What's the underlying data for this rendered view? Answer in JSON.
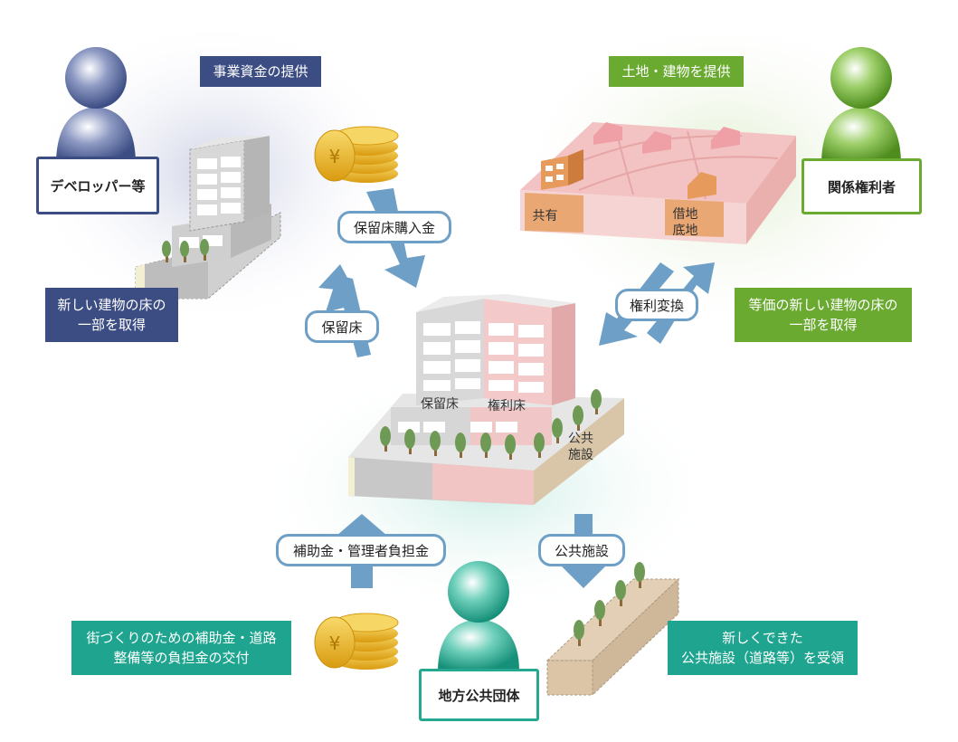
{
  "actors": {
    "developer": "デベロッパー等",
    "rights_holder": "関係権利者",
    "local_gov": "地方公共団体"
  },
  "notes": {
    "business_funds": "事業資金の提供",
    "provide_land": "土地・建物を提供",
    "dev_acquire_line1": "新しい建物の床の",
    "dev_acquire_line2": "一部を取得",
    "rights_acquire_line1": "等価の新しい建物の床の",
    "rights_acquire_line2": "一部を取得",
    "subsidy_line1": "街づくりのための補助金・道路",
    "subsidy_line2": "整備等の負担金の交付",
    "receive_line1": "新しくできた",
    "receive_line2": "公共施設（道路等）を受領"
  },
  "flows": {
    "reserved_floor_payment": "保留床購入金",
    "reserved_floor": "保留床",
    "rights_conversion": "権利変換",
    "subsidy": "補助金・管理者負担金",
    "public_facility": "公共施設"
  },
  "building_labels": {
    "reserved": "保留床",
    "rights": "権利床",
    "public_line1": "公共",
    "public_line2": "施設"
  },
  "land_labels": {
    "shared": "共有",
    "leased_line1": "借地",
    "leased_line2": "底地"
  },
  "colors": {
    "navy": "#3c4d84",
    "green": "#6aaa31",
    "teal": "#1fa58f",
    "arrow": "#6e9fc6"
  }
}
